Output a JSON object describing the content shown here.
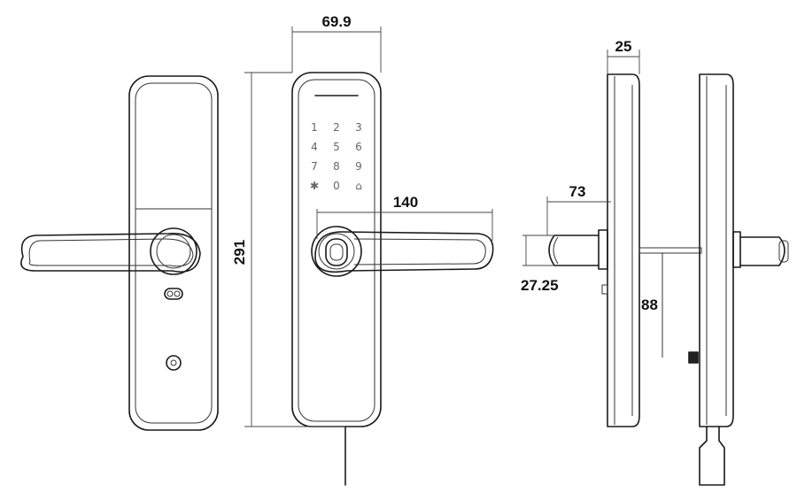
{
  "keypad": {
    "keys": [
      "1",
      "2",
      "3",
      "4",
      "5",
      "6",
      "7",
      "8",
      "9",
      "✱",
      "0",
      "⌂"
    ]
  },
  "dimensions": {
    "width_front": "69.9",
    "height_total": "291",
    "handle_length": "140",
    "thickness": "25",
    "handle_projection": "73",
    "handle_diameter": "27.25",
    "spindle_offset": "88"
  }
}
